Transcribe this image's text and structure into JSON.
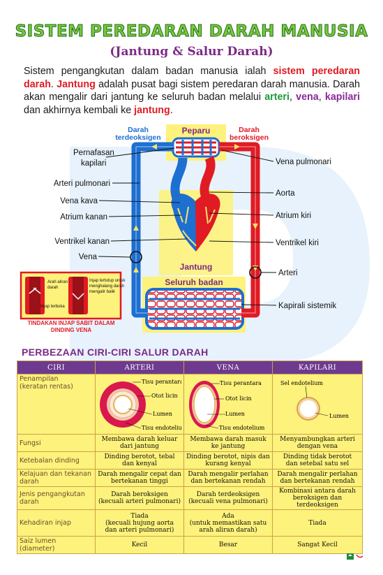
{
  "title": "SISTEM PEREDARAN DARAH MANUSIA",
  "subtitle": "(Jantung & Salur Darah)",
  "intro": {
    "t1": "Sistem pengangkutan dalam badan manusia ialah ",
    "h1": "sistem peredaran darah",
    "t2": ". ",
    "h2": "Jantung",
    "t3": " adalah pusat bagi sistem peredaran darah manusia. Darah akan mengalir dari jantung ke seluruh badan melalui ",
    "h3": "arteri",
    "t4": ", ",
    "h4": "vena",
    "t5": ", ",
    "h5": "kapilari",
    "t6": " dan akhirnya kembali ke ",
    "h6": "jantung",
    "t7": "."
  },
  "diagram": {
    "darah_terdeoksigen": [
      "Darah",
      "terdeoksigen"
    ],
    "darah_beroksigen": [
      "Darah",
      "beroksigen"
    ],
    "peparu": "Peparu",
    "jantung": "Jantung",
    "seluruh_badan": "Seluruh badan",
    "labels_left": {
      "pernafasan_kapilari": [
        "Pernafasan",
        "kapilari"
      ],
      "arteri_pulmonari": "Arteri pulmonari",
      "vena_kava": "Vena kava",
      "atrium_kanan": "Atrium kanan",
      "ventrikel_kanan": "Ventrikel kanan",
      "vena": "Vena"
    },
    "labels_right": {
      "vena_pulmonari": "Vena pulmonari",
      "aorta": "Aorta",
      "atrium_kiri": "Atrium kiri",
      "ventrikel_kiri": "Ventrikel kiri",
      "arteri": "Arteri",
      "kapilari_sistemik": "Kapirali sistemik"
    },
    "inset": {
      "arah_aliran": [
        "Arah aliran",
        "darah"
      ],
      "injap_tertutup": [
        "Injap tertutup untuk",
        "menghalang darah",
        "mengalir balik"
      ],
      "injap_terbuka": "Injap terbuka",
      "caption": [
        "TINDAKAN INJAP SABIT DALAM",
        "DINDING VENA"
      ]
    }
  },
  "table": {
    "section_title": "PERBEZAAN CIRI-CIRI SALUR DARAH",
    "headers": [
      "CIRI",
      "ARTERI",
      "VENA",
      "KAPILARI"
    ],
    "penampilan": [
      "Penampilan",
      "(keratan rentas)"
    ],
    "cross_labels": {
      "tisu_perantara": "Tisu perantara",
      "otot_licin": "Otot licin",
      "lumen": "Lumen",
      "tisu_endotelium": "Tisu endotelium",
      "sel_endotelium": "Sel endotelium"
    },
    "rows": [
      {
        "ciri": "Fungsi",
        "arteri": [
          "Membawa darah keluar",
          "dari jantung"
        ],
        "vena": [
          "Membawa darah masuk",
          "ke jantung"
        ],
        "kapilari": [
          "Menyambungkan arteri",
          "dengan vena"
        ]
      },
      {
        "ciri": "Ketebalan dinding",
        "arteri": [
          "Dinding berotot, tebal",
          "dan kenyal"
        ],
        "vena": [
          "Dinding berotot, nipis dan",
          "kurang kenyal"
        ],
        "kapilari": [
          "Dinding tidak berotot",
          "dan setebal satu sel"
        ]
      },
      {
        "ciri": "Kelajuan dan tekanan darah",
        "arteri": [
          "Darah mengalir cepat dan",
          "bertekanan tinggi"
        ],
        "vena": [
          "Darah mengalir perlahan",
          "dan bertekanan rendah"
        ],
        "kapilari": [
          "Darah mengalir perlahan",
          "dan bertekanan rendah"
        ]
      },
      {
        "ciri": "Jenis pengangkutan darah",
        "arteri": [
          "Darah beroksigen",
          "(kecuali arteri pulmonari)"
        ],
        "vena": [
          "Darah terdeoksigen",
          "(kecuali vena pulmonari)"
        ],
        "kapilari": [
          "Kombinasi antara darah",
          "beroksigen dan terdeoksigen"
        ]
      },
      {
        "ciri": "Kehadiran injap",
        "arteri": [
          "Tiada",
          "(kecuali hujung aorta",
          "dan arteri pulmonari)"
        ],
        "vena": [
          "Ada",
          "(untuk memastikan satu",
          "arah aliran darah)"
        ],
        "kapilari": [
          "Tiada"
        ]
      },
      {
        "ciri": "Saiz lumen (diameter)",
        "arteri": [
          "Kecil"
        ],
        "vena": [
          "Besar"
        ],
        "kapilari": [
          "Sangat Kecil"
        ]
      }
    ]
  },
  "colors": {
    "oxygenated": "#e01b24",
    "deoxygenated": "#1d6fd1",
    "highlight": "#fdf27b",
    "header": "#6e3a8f"
  }
}
